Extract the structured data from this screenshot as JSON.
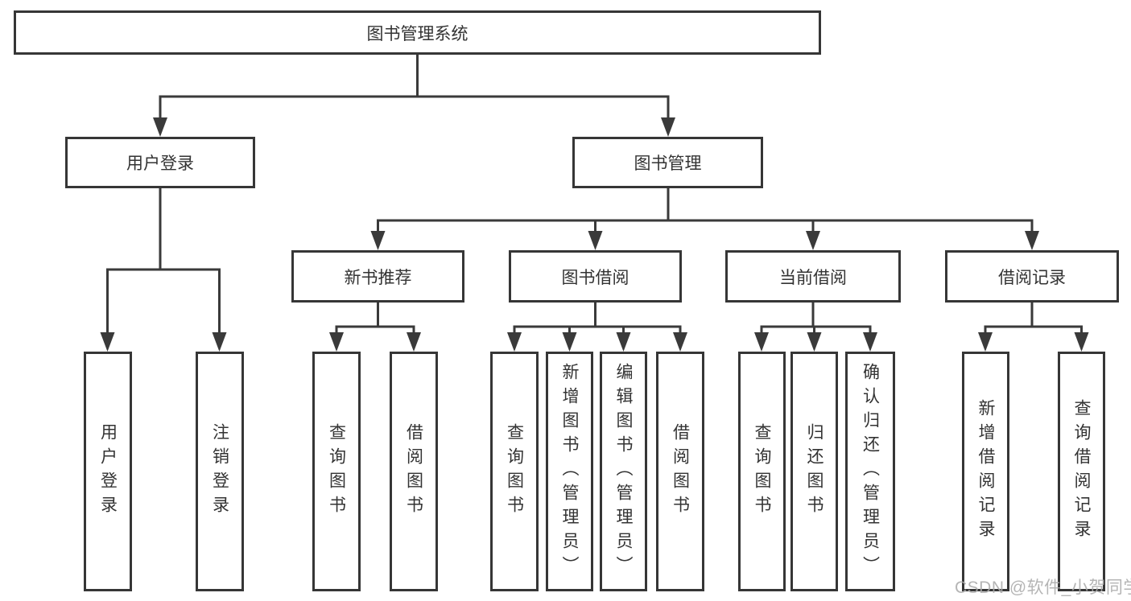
{
  "title": "图书管理系统",
  "colors": {
    "line": "#3a3a3a",
    "box_border": "#363636",
    "text": "#333333",
    "background": "#ffffff",
    "watermark": "#ababab"
  },
  "nodes": {
    "root": "图书管理系统",
    "user_login": "用户登录",
    "book_mgmt": "图书管理",
    "new_book_rec": "新书推荐",
    "book_borrow": "图书借阅",
    "current_borrow": "当前借阅",
    "borrow_records": "借阅记录",
    "leaves": {
      "user_login": [
        "用户登录",
        "注销登录"
      ],
      "new_book_rec": [
        "查询图书",
        "借阅图书"
      ],
      "book_borrow": [
        "查询图书",
        "新增图书（管理员）",
        "编辑图书（管理员）",
        "借阅图书"
      ],
      "current_borrow": [
        "查询图书",
        "归还图书",
        "确认归还（管理员）"
      ],
      "borrow_records": [
        "新增借阅记录",
        "查询借阅记录"
      ]
    }
  },
  "watermark": "CSDN @软件_小贺同学"
}
